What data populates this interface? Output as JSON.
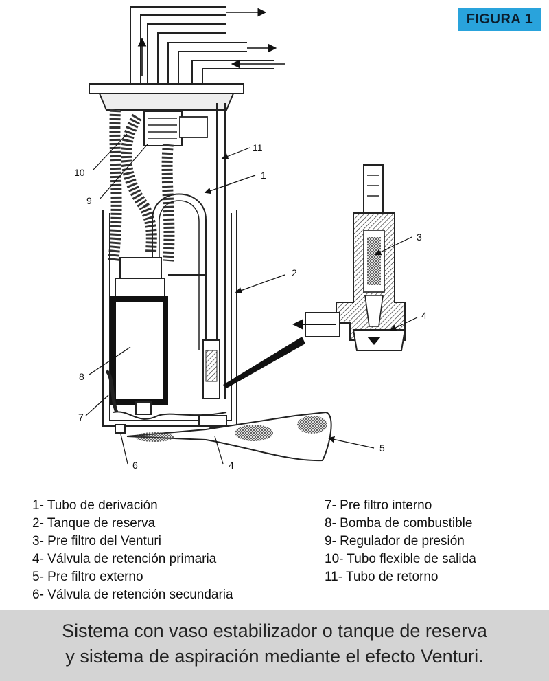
{
  "figure_label": "FIGURA 1",
  "callouts": {
    "c1": "1",
    "c2": "2",
    "c3": "3",
    "c4a": "4",
    "c4b": "4",
    "c5": "5",
    "c6": "6",
    "c7": "7",
    "c8": "8",
    "c9": "9",
    "c10": "10",
    "c11": "11"
  },
  "legend": {
    "left": [
      "1- Tubo de derivación",
      "2- Tanque de reserva",
      "3- Pre filtro del Venturi",
      "4- Válvula de retención primaria",
      "5- Pre filtro externo",
      "6- Válvula de retención secundaria"
    ],
    "right": [
      "7- Pre filtro interno",
      "8- Bomba de combustible",
      "9- Regulador de presión",
      "10- Tubo flexible de salida",
      "11- Tubo de retorno"
    ]
  },
  "caption": {
    "line1": "Sistema con vaso estabilizador o tanque de reserva",
    "line2": "y sistema de aspiración mediante el efecto Venturi."
  },
  "colors": {
    "badge": "#29a3dc",
    "caption_band": "#d4d4d4"
  }
}
